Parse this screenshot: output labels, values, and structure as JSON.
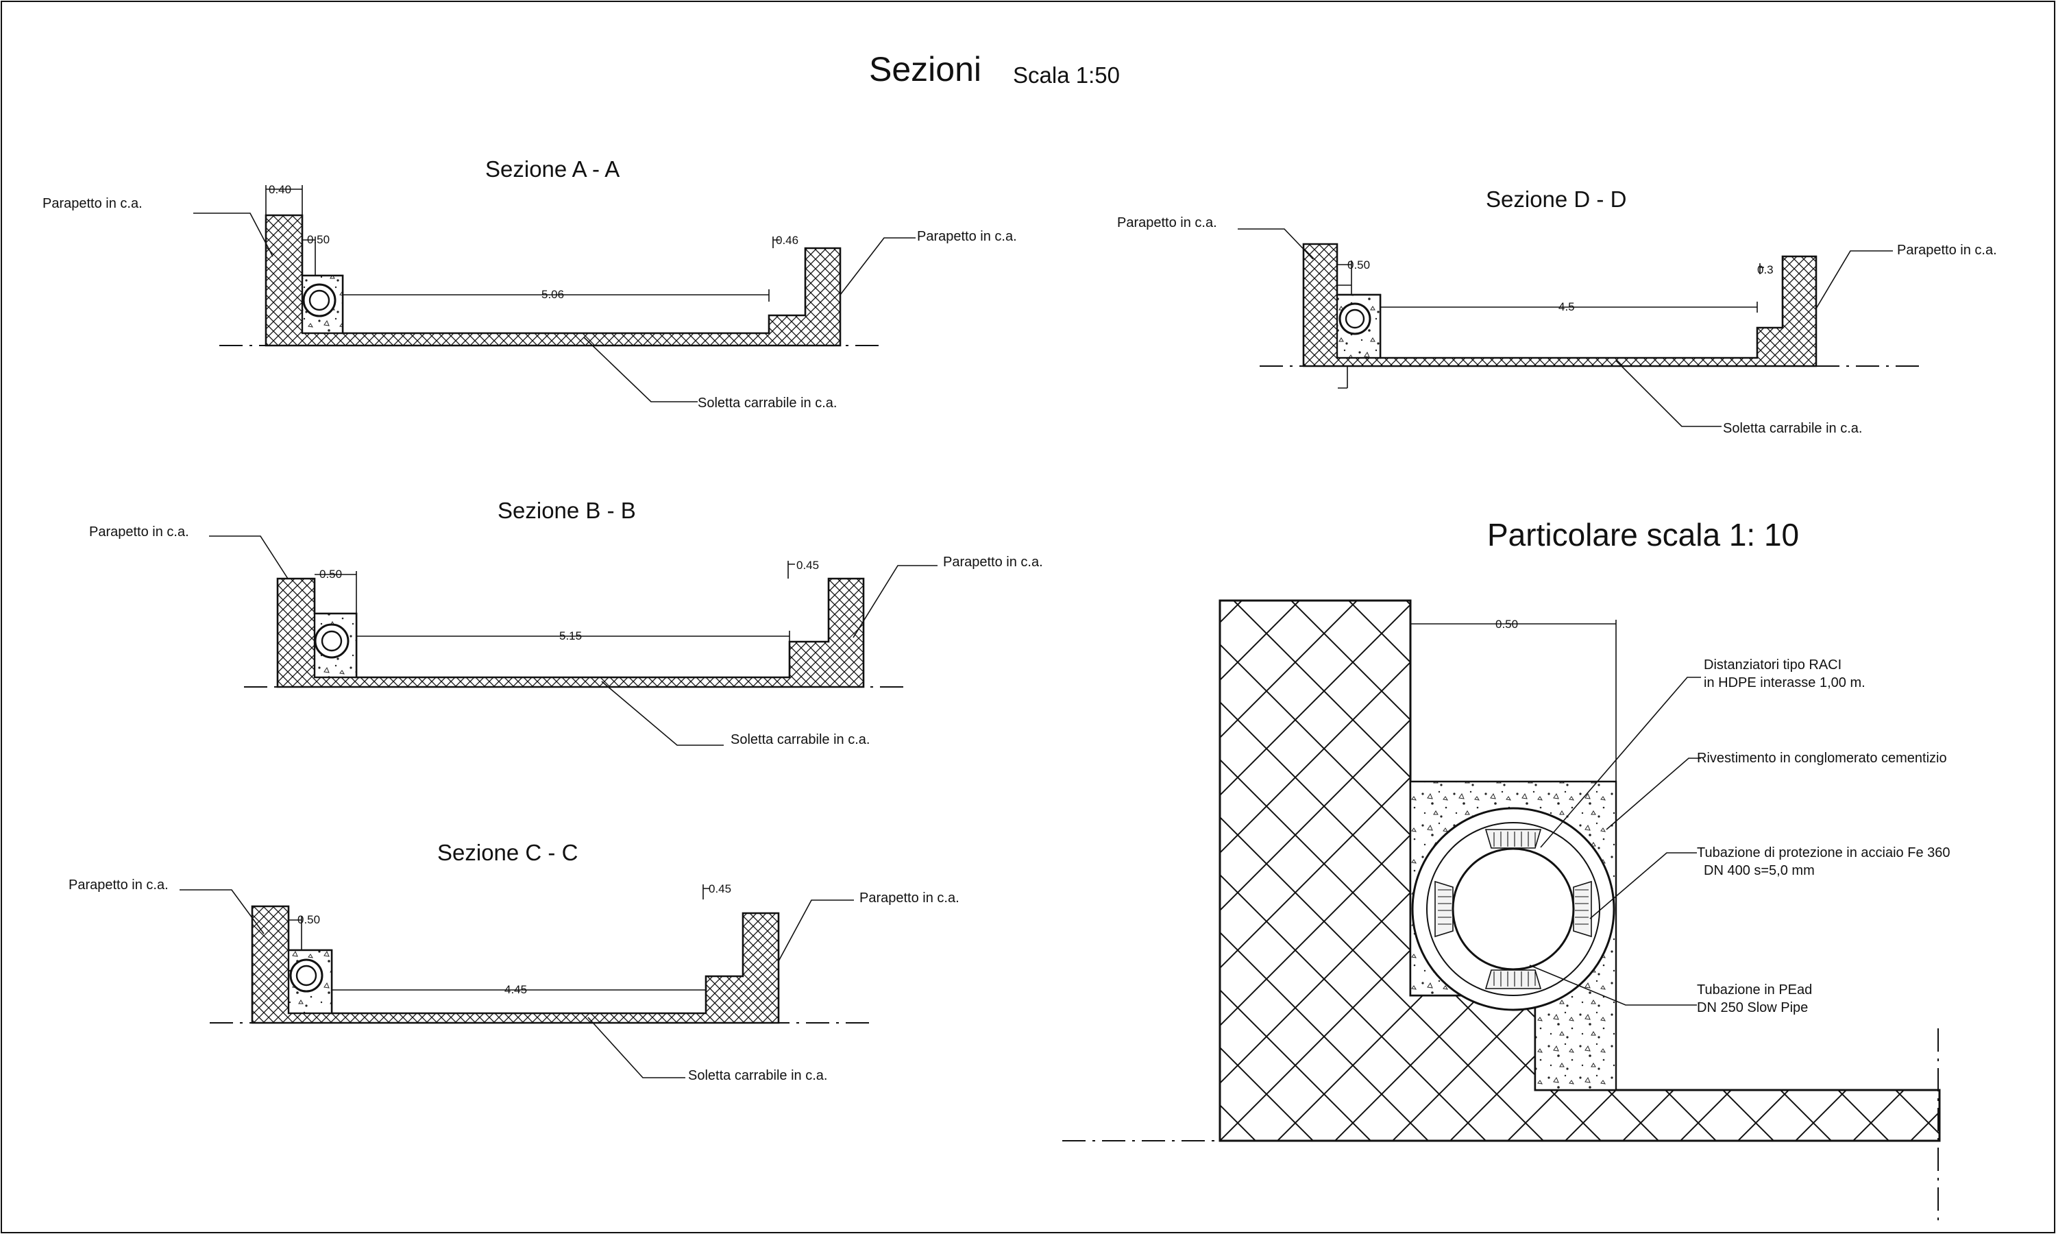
{
  "sheet": {
    "title": "Sezioni",
    "scale": "Scala 1:50"
  },
  "sections": {
    "a": {
      "title": "Sezione A - A",
      "label_left": "Parapetto in c.a.",
      "label_right": "Parapetto in c.a.",
      "label_slab": "Soletta carrabile in c.a.",
      "dim_wall": "0.40",
      "dim_channel": "0.50",
      "dim_span": "5.06",
      "dim_right": "0.46"
    },
    "b": {
      "title": "Sezione B - B",
      "label_left": "Parapetto in c.a.",
      "label_right": "Parapetto in c.a.",
      "label_slab": "Soletta carrabile in c.a.",
      "dim_channel": "0.50",
      "dim_span": "5.15",
      "dim_right": "0.45"
    },
    "c": {
      "title": "Sezione C - C",
      "label_left": "Parapetto in c.a.",
      "label_right": "Parapetto in c.a.",
      "label_slab": "Soletta carrabile in c.a.",
      "dim_channel": "0.50",
      "dim_span": "4.45",
      "dim_right": "0.45"
    },
    "d": {
      "title": "Sezione D - D",
      "label_left": "Parapetto in c.a.",
      "label_right": "Parapetto in c.a.",
      "label_slab": "Soletta carrabile in c.a.",
      "dim_channel": "0.50",
      "dim_span": "4.5",
      "dim_right": "0.3"
    }
  },
  "detail": {
    "title": "Particolare scala 1: 10",
    "dim_width": "0.50",
    "note_spacers_1": "Distanziatori tipo RACI",
    "note_spacers_2": "in HDPE interasse 1,00 m.",
    "note_coating": "Rivestimento in conglomerato cementizio",
    "note_steel_1": "Tubazione di protezione in acciaio Fe 360",
    "note_steel_2": "DN 400   s=5,0 mm",
    "note_pead_1": "Tubazione in PEad",
    "note_pead_2": "DN 250 Slow Pipe"
  }
}
